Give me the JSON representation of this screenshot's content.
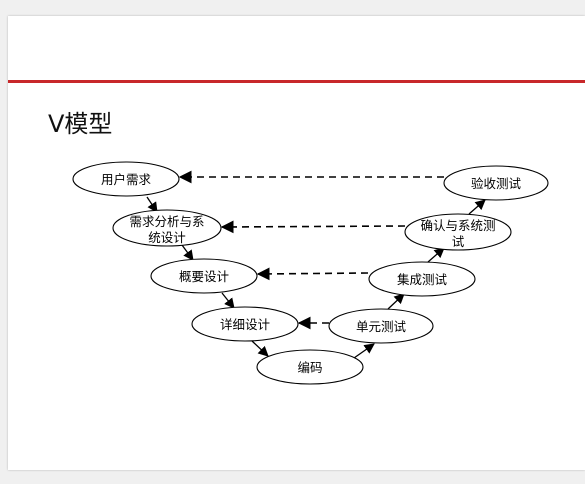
{
  "slide": {
    "title": "V模型",
    "accent_color": "#c8282a"
  },
  "diagram": {
    "nodes": {
      "requirements": [
        "用户需求"
      ],
      "system_design": [
        "需求分析与系",
        "统设计"
      ],
      "outline_design": [
        "概要设计"
      ],
      "detail_design": [
        "详细设计"
      ],
      "coding": [
        "编码"
      ],
      "unit_test": [
        "单元测试"
      ],
      "integration_test": [
        "集成测试"
      ],
      "system_test": [
        "确认与系统测",
        "试"
      ],
      "acceptance_test": [
        "验收测试"
      ]
    }
  }
}
